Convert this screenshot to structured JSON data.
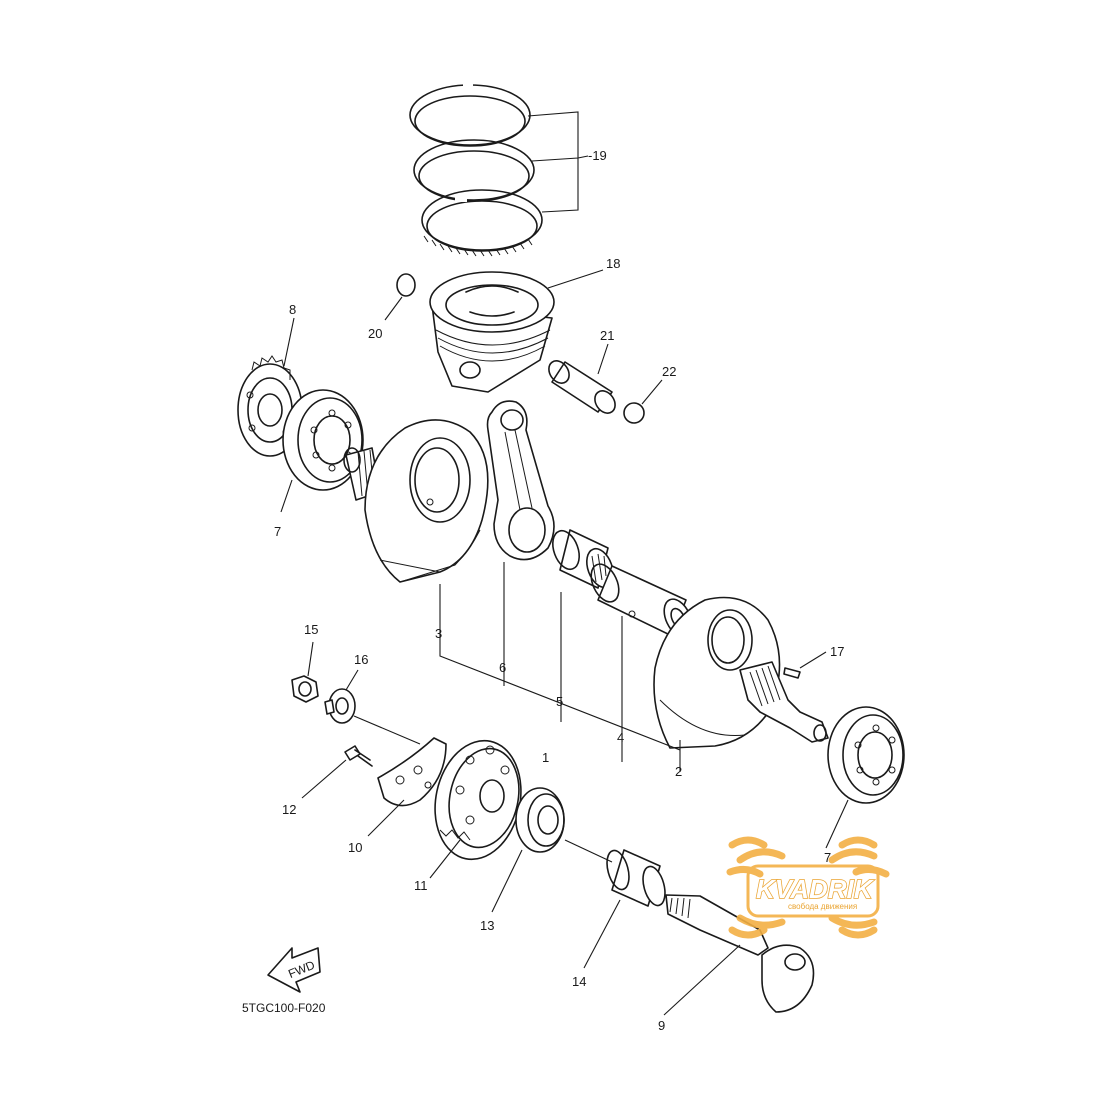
{
  "diagram": {
    "drawing_code": "5TGC100-F020",
    "fwd_arrow_label": "FWD",
    "callouts": {
      "p1": "1",
      "p2": "2",
      "p3": "3",
      "p4": "4",
      "p5": "5",
      "p6": "6",
      "p7a": "7",
      "p7b": "7",
      "p8": "8",
      "p9": "9",
      "p10": "10",
      "p11": "11",
      "p12": "12",
      "p13": "13",
      "p14": "14",
      "p15": "15",
      "p16": "16",
      "p17": "17",
      "p18": "18",
      "p19": "-19",
      "p20": "20",
      "p21": "21",
      "p22": "22"
    }
  },
  "watermark": {
    "brand": "KVADRIK",
    "tagline": "свобода движения",
    "color": "#f3b044"
  }
}
